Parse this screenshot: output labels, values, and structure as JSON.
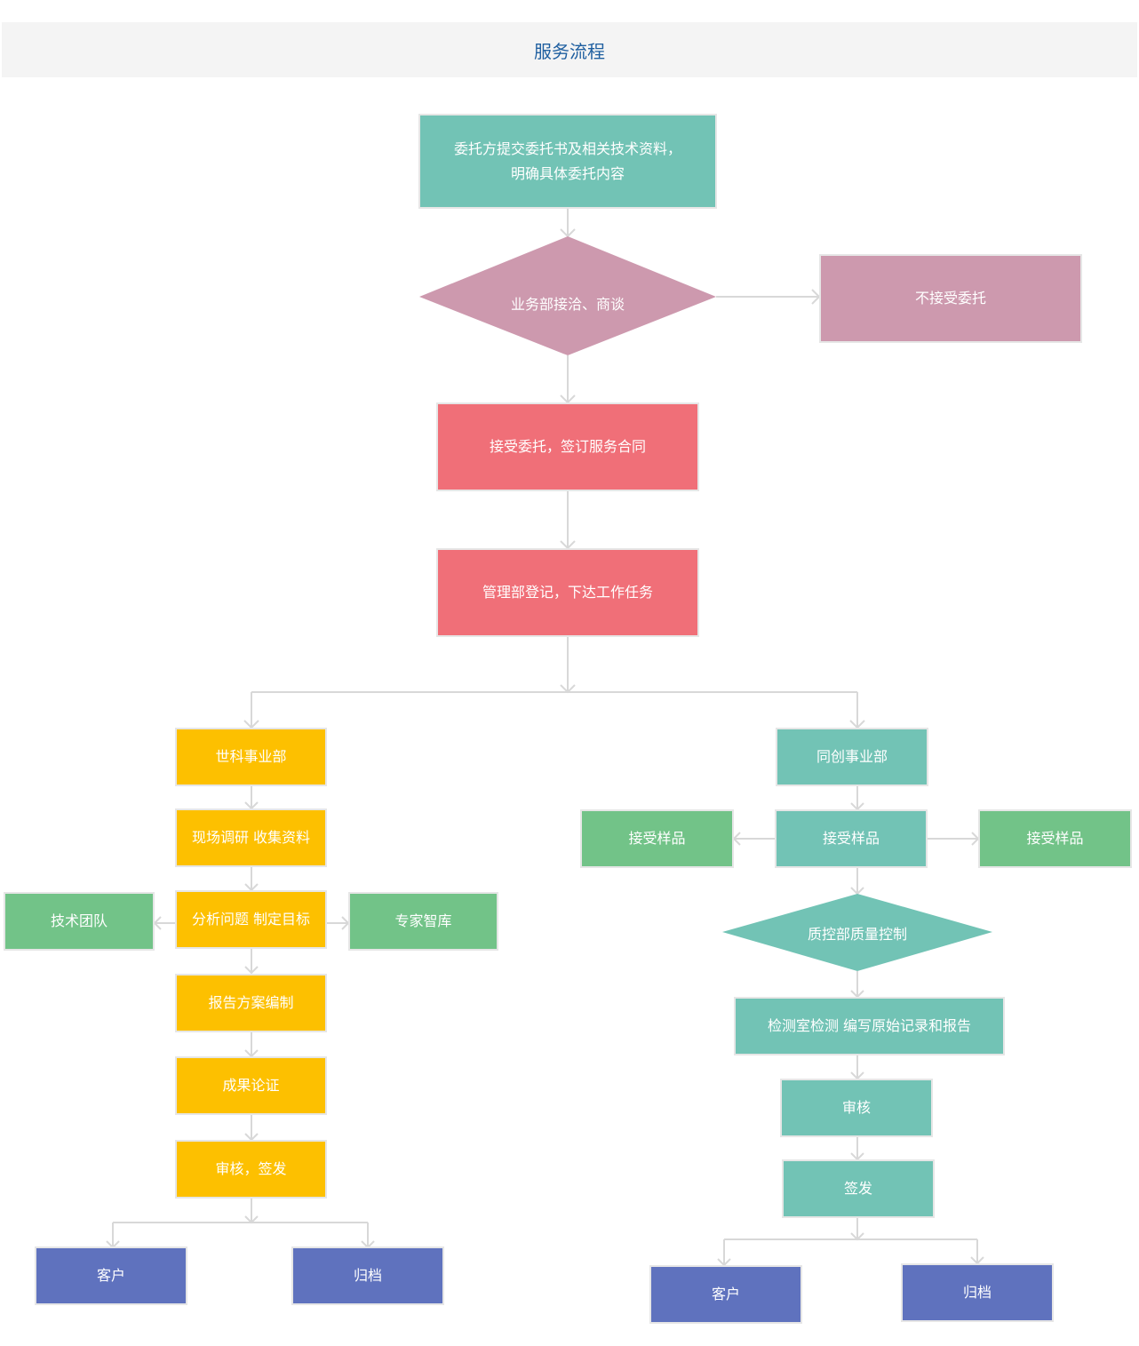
{
  "page_title": "服务流程",
  "colors": {
    "teal": "#72c3b5",
    "mauve": "#cd99ae",
    "coral": "#f06f78",
    "gold": "#fdc000",
    "green": "#72c388",
    "indigo": "#5f72be",
    "connector": "#d8d8d8"
  },
  "nodes": {
    "submit": "委托方提交委托书及相关技术资料，\n明确具体委托内容",
    "negotiate": "业务部接洽、商谈",
    "reject": "不接受委托",
    "accept_contract": "接受委托，签订服务合同",
    "register": "管理部登记，下达工作任务",
    "left_dept": "世科事业部",
    "research": "现场调研 收集资料",
    "analyze": "分析问题 制定目标",
    "tech_team": "技术团队",
    "expert_pool": "专家智库",
    "report_plan": "报告方案编制",
    "validate": "成果论证",
    "review_sign": "审核，签发",
    "left_client": "客户",
    "left_archive": "归档",
    "right_dept": "同创事业部",
    "sample_center": "接受样品",
    "sample_left": "接受样品",
    "sample_right": "接受样品",
    "quality_control": "质控部质量控制",
    "lab_test": "检测室检测 编写原始记录和报告",
    "audit": "审核",
    "issue": "签发",
    "right_client": "客户",
    "right_archive": "归档"
  }
}
